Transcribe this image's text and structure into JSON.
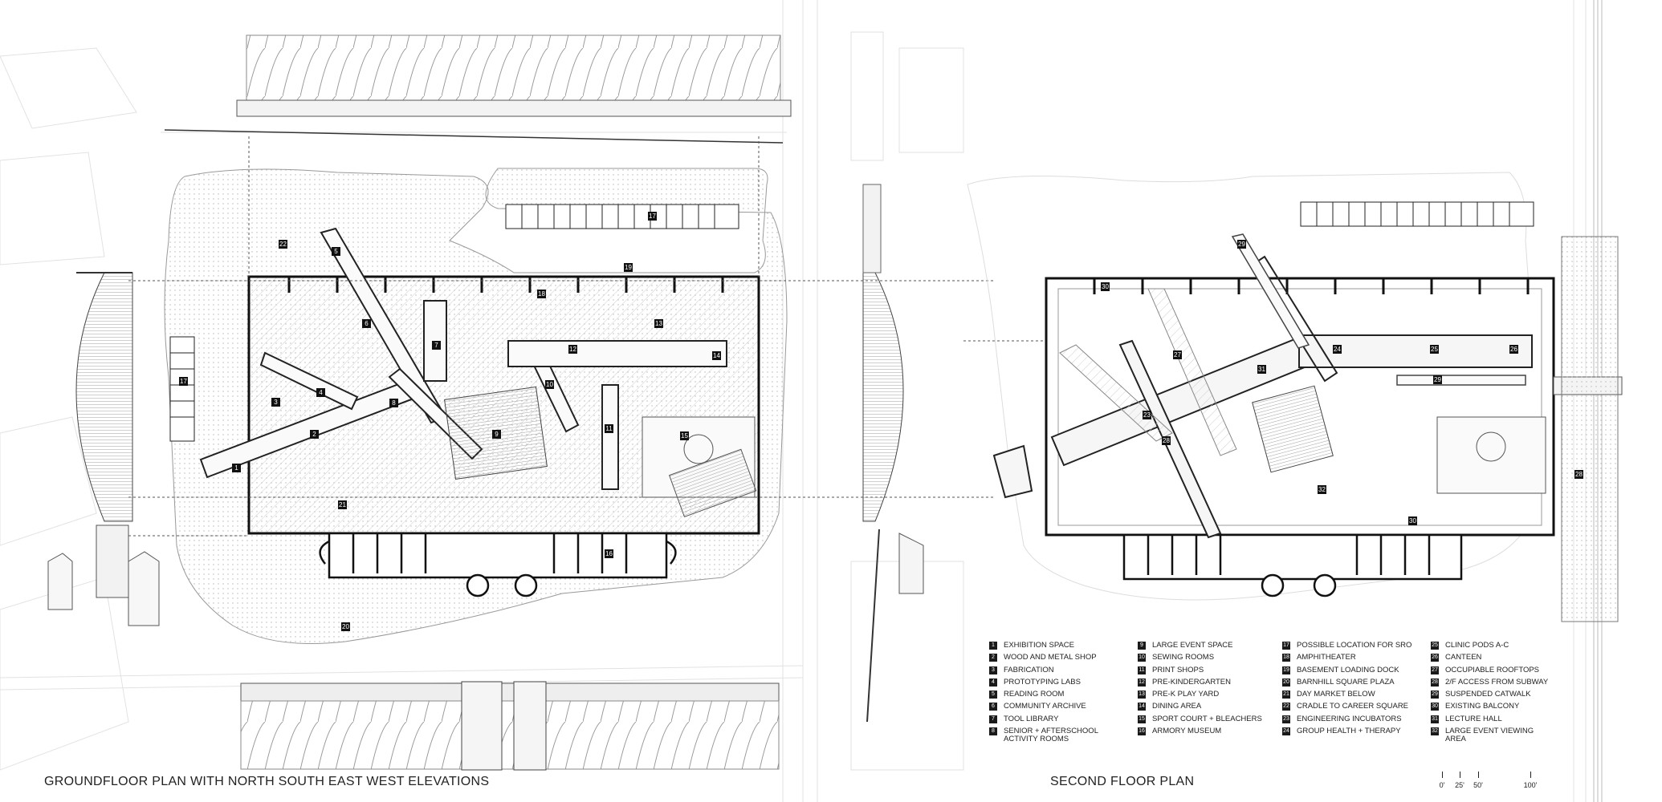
{
  "titles": {
    "ground_floor": "GROUNDFLOOR PLAN WITH NORTH SOUTH EAST WEST ELEVATIONS",
    "second_floor": "SECOND FLOOR PLAN"
  },
  "legend": {
    "col1": [
      {
        "n": "1",
        "label": "EXHIBITION SPACE"
      },
      {
        "n": "2",
        "label": "WOOD AND METAL SHOP"
      },
      {
        "n": "3",
        "label": "FABRICATION"
      },
      {
        "n": "4",
        "label": "PROTOTYPING LABS"
      },
      {
        "n": "5",
        "label": "READING ROOM"
      },
      {
        "n": "6",
        "label": "COMMUNITY ARCHIVE"
      },
      {
        "n": "7",
        "label": "TOOL LIBRARY"
      },
      {
        "n": "8",
        "label": "SENIOR + AFTERSCHOOL ACTIVITY ROOMS"
      }
    ],
    "col2": [
      {
        "n": "9",
        "label": "LARGE EVENT SPACE"
      },
      {
        "n": "10",
        "label": "SEWING ROOMS"
      },
      {
        "n": "11",
        "label": "PRINT SHOPS"
      },
      {
        "n": "12",
        "label": "PRE-KINDERGARTEN"
      },
      {
        "n": "13",
        "label": "PRE-K PLAY YARD"
      },
      {
        "n": "14",
        "label": "DINING AREA"
      },
      {
        "n": "15",
        "label": "SPORT COURT + BLEACHERS"
      },
      {
        "n": "16",
        "label": "ARMORY MUSEUM"
      }
    ],
    "col3": [
      {
        "n": "17",
        "label": "POSSIBLE LOCATION FOR SRO"
      },
      {
        "n": "18",
        "label": "AMPHITHEATER"
      },
      {
        "n": "19",
        "label": "BASEMENT LOADING DOCK"
      },
      {
        "n": "20",
        "label": "BARNHILL SQUARE PLAZA"
      },
      {
        "n": "21",
        "label": "DAY MARKET BELOW"
      },
      {
        "n": "22",
        "label": "CRADLE TO CAREER SQUARE"
      },
      {
        "n": "23",
        "label": "ENGINEERING INCUBATORS"
      },
      {
        "n": "24",
        "label": "GROUP HEALTH + THERAPY"
      }
    ],
    "col4": [
      {
        "n": "25",
        "label": "CLINIC PODS A-C"
      },
      {
        "n": "26",
        "label": "CANTEEN"
      },
      {
        "n": "27",
        "label": "OCCUPIABLE ROOFTOPS"
      },
      {
        "n": "28",
        "label": "2/F ACCESS FROM SUBWAY"
      },
      {
        "n": "29",
        "label": "SUSPENDED CATWALK"
      },
      {
        "n": "30",
        "label": "EXISTING BALCONY"
      },
      {
        "n": "31",
        "label": "LECTURE HALL"
      },
      {
        "n": "32",
        "label": "LARGE EVENT VIEWING AREA"
      }
    ]
  },
  "scale_bar": {
    "labels": [
      "0'",
      "25'",
      "50'",
      "100'"
    ]
  },
  "plan_markers": {
    "ground": [
      "1",
      "2",
      "3",
      "4",
      "5",
      "6",
      "7",
      "8",
      "9",
      "10",
      "11",
      "12",
      "13",
      "14",
      "15",
      "16",
      "17",
      "17",
      "18",
      "19",
      "20",
      "21",
      "22"
    ],
    "second": [
      "23",
      "24",
      "25",
      "26",
      "27",
      "28",
      "28",
      "29",
      "29",
      "30",
      "30",
      "31",
      "32"
    ]
  }
}
